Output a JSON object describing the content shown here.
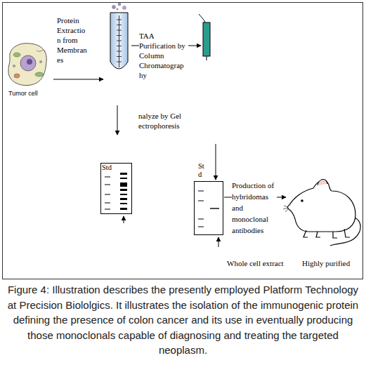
{
  "diagram": {
    "caption": "Figure 4: Illustration describes the presently employed Platform Technology at Precision Biololgics. It illustrates the isolation of the immunogenic protein defining the presence of colon cancer and its use in eventually producing those monoclonals capable of diagnosing and treating the targeted neoplasm.",
    "nodes": [
      {
        "text": [
          "Std"
        ]
      },
      {
        "text": [
          "St d"
        ]
      }
    ],
    "labels": [
      "Tumor cell",
      "Protein Extractio n from Membran es",
      "TAA Purification by Column Chromatograp hy",
      "nalyze by Gel ectrophoresis",
      "Production of hybridomas and monoclonal antibodies",
      "Whole cell extract",
      "Highly purified"
    ]
  }
}
